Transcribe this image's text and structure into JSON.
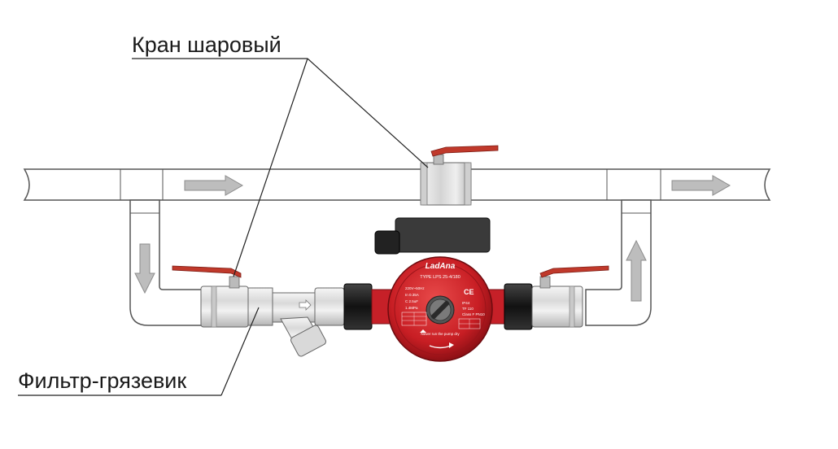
{
  "labels": {
    "ball_valve": "Кран шаровый",
    "filter": "Фильтр-грязевик"
  },
  "pump": {
    "brand": "LadAna",
    "type": "TYPE LPS 25-4/180",
    "spec_left_1": "220V~50Hz",
    "spec_left_2": "In 0.35A",
    "spec_left_3": "C 2.5uF",
    "spec_left_4": "1.4MPa",
    "spec_right_1": "IP44",
    "spec_right_2": "TF 110",
    "spec_right_3": "Class F PN10",
    "warning": "Never run the pump dry",
    "ce": "CE"
  },
  "colors": {
    "pump_red": "#d8262c",
    "pump_head": "#3a3a3a",
    "valve_handle": "#c0392b",
    "arrow_gray": "#b8b8b8",
    "pipe_stroke": "#555555",
    "fitting_fill": "#e8e8e8"
  },
  "icons": {
    "flow_arrow": "arrow-icon",
    "rotation": "rotation-arrow-icon"
  }
}
